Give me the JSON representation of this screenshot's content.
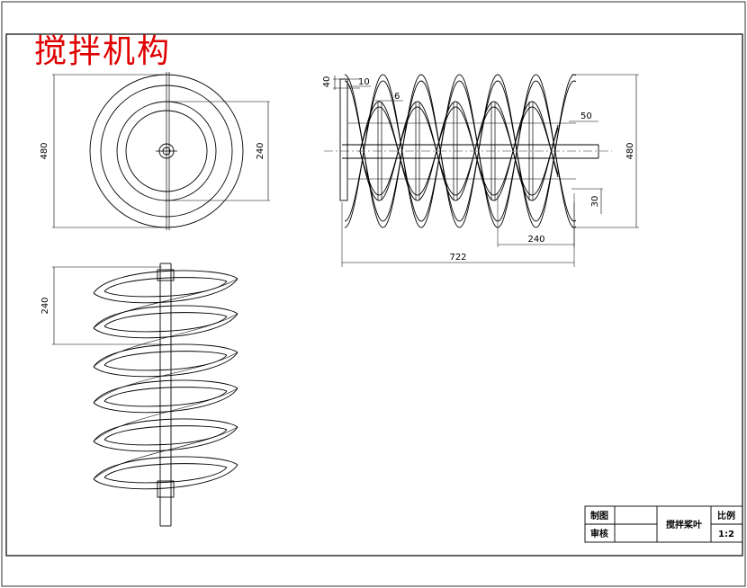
{
  "title": "搅拌机构",
  "dimensions": {
    "top_height": "480",
    "top_inner": "240",
    "front_thickness": "40",
    "front_flange": "10",
    "front_blade": "6",
    "front_shaft_ext": "50",
    "front_height": "480",
    "front_shaft_dia": "30",
    "front_pitch": "240",
    "front_length": "722",
    "iso_pitch": "240"
  },
  "title_block": {
    "drawn_label": "制图",
    "checked_label": "审核",
    "part_name": "搅拌桨叶",
    "scale_label": "比例",
    "scale_value": "1:2"
  }
}
